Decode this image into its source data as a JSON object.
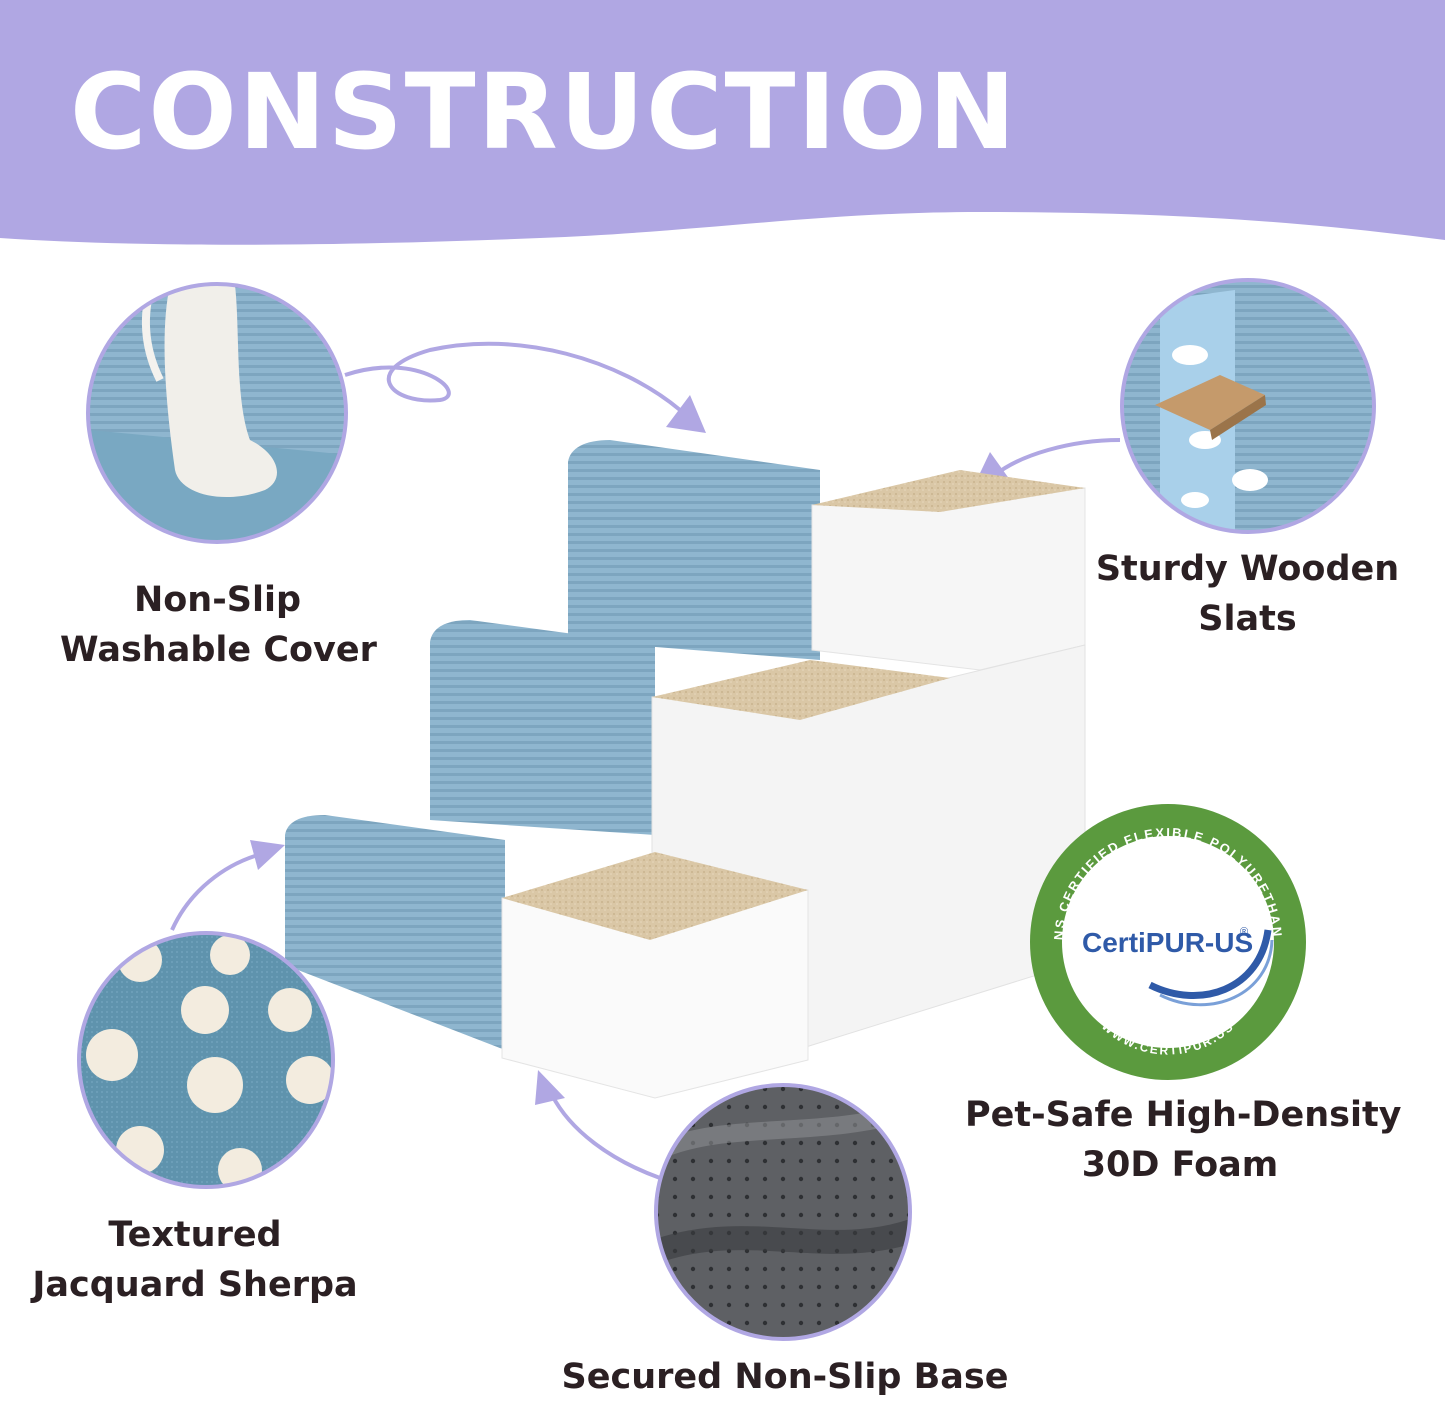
{
  "page": {
    "title": "CONSTRUCTION",
    "accent_color": "#b0a7e3",
    "text_color": "#2b2023"
  },
  "features": [
    {
      "line1": "Non-Slip",
      "line2": "Washable Cover",
      "icon": "corduroy-cover-closeup"
    },
    {
      "line1": "Sturdy Wooden",
      "line2": "Slats",
      "icon": "wooden-slat-closeup"
    },
    {
      "line1": "Textured",
      "line2": "Jacquard Sherpa",
      "icon": "sherpa-closeup"
    },
    {
      "line1": "Pet-Safe High-Density",
      "line2": "30D Foam",
      "icon": "certipur-seal"
    },
    {
      "line1": "Secured Non-Slip Base",
      "line2": "",
      "icon": "non-slip-base-closeup"
    }
  ],
  "certification": {
    "brand_main": "CertiPUR-US",
    "registered_mark": "®",
    "ring_top": "CONTAINS CERTIFIED FLEXIBLE POLYURETHANE FOAM",
    "ring_bottom": "WWW.CERTIPUR.US",
    "ring_color": "#5b9a3e",
    "brand_color": "#2f5aa8"
  },
  "product": {
    "icon": "pet-stairs-image",
    "cover_color": "#8fb6cf",
    "foam_color": "#f7f7f7",
    "carpet_color": "#d9c7a8"
  }
}
